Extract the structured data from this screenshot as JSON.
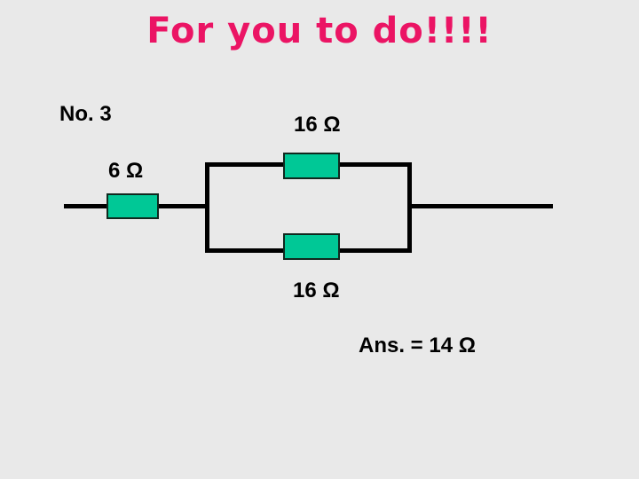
{
  "slide": {
    "title": "For you to do!!!!",
    "problem_number": "No. 3",
    "answer": "Ans. = 14 Ω"
  },
  "circuit": {
    "description": "6 ohm resistor in series with two 16 ohm resistors in parallel",
    "series_resistor_label": "6 Ω",
    "parallel_top_resistor_label": "16 Ω",
    "parallel_bottom_resistor_label": "16 Ω"
  },
  "colors": {
    "slide_background": "#E9E9E9",
    "title_text": "#EB1464",
    "resistor_fill": "#00C896",
    "resistor_border": "#10281E",
    "wire": "#000000",
    "label_text": "#000000"
  }
}
